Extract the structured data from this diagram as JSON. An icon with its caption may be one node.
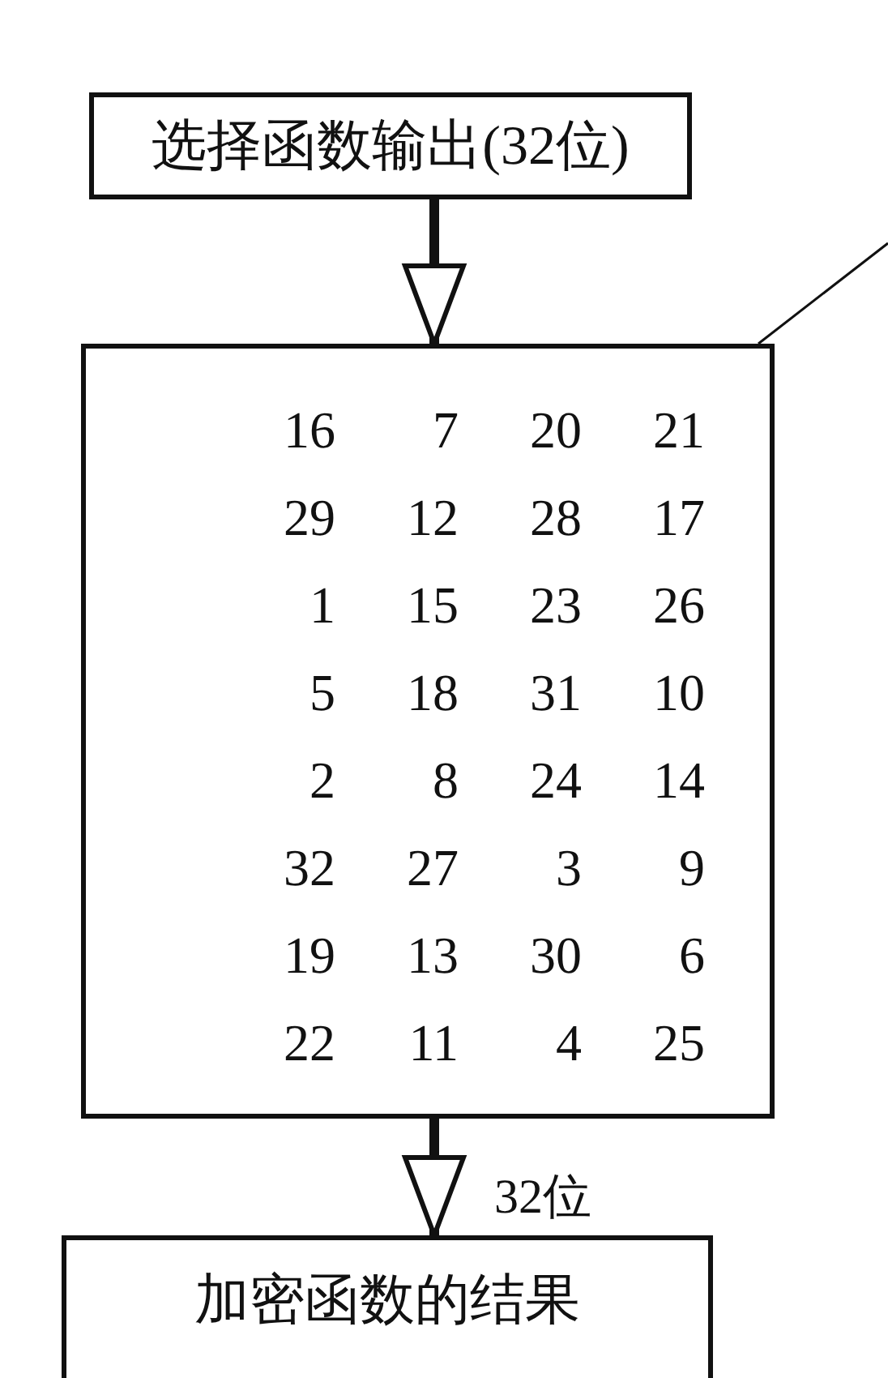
{
  "diagram": {
    "nodes": [
      {
        "text": [
          "选择函数输出(32位)"
        ]
      },
      {
        "text": [
          "16",
          "7",
          "20",
          "21",
          "29",
          "12",
          "28",
          "17",
          "1",
          "15",
          "23",
          "26",
          "5",
          "18",
          "31",
          "10",
          "2",
          "8",
          "24",
          "14",
          "32",
          "27",
          "3",
          "9",
          "19",
          "13",
          "30",
          "6",
          "22",
          "11",
          "4",
          "25"
        ]
      },
      {
        "text": [
          "加密函数的结果"
        ]
      }
    ],
    "edges": [
      {
        "from": 0,
        "to": 1,
        "arrow": "to"
      },
      {
        "from": 1,
        "to": 2,
        "arrow": "to",
        "label": "32位"
      },
      {
        "from": null,
        "to": 1,
        "arrow": "none"
      }
    ]
  }
}
